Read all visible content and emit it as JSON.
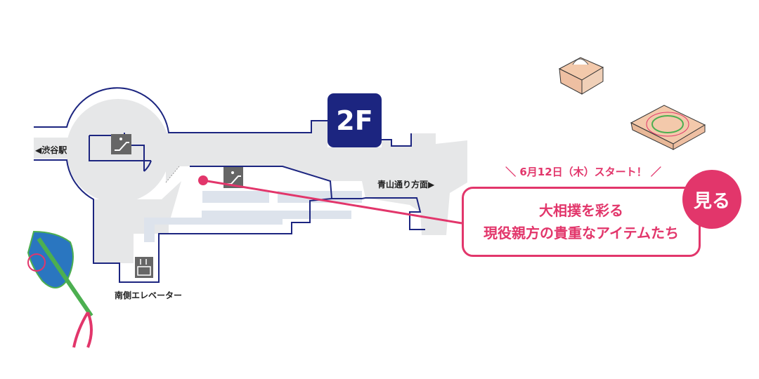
{
  "floor": "2F",
  "labels": {
    "shibuya_station": "◀渋谷駅",
    "aoyama_direction": "青山通り方面▶",
    "south_elevator": "南側エレベーター"
  },
  "callout": {
    "start_date": "＼ 6月12日（木）スタート！ ／",
    "line1": "大相撲を彩る",
    "line2": "現役親方の貴重なアイテムたち",
    "see_button": "見る"
  },
  "colors": {
    "navy": "#1c2580",
    "pink": "#e2366b",
    "floor_gray": "#e6e7e8",
    "shade": "#dde3ec"
  }
}
